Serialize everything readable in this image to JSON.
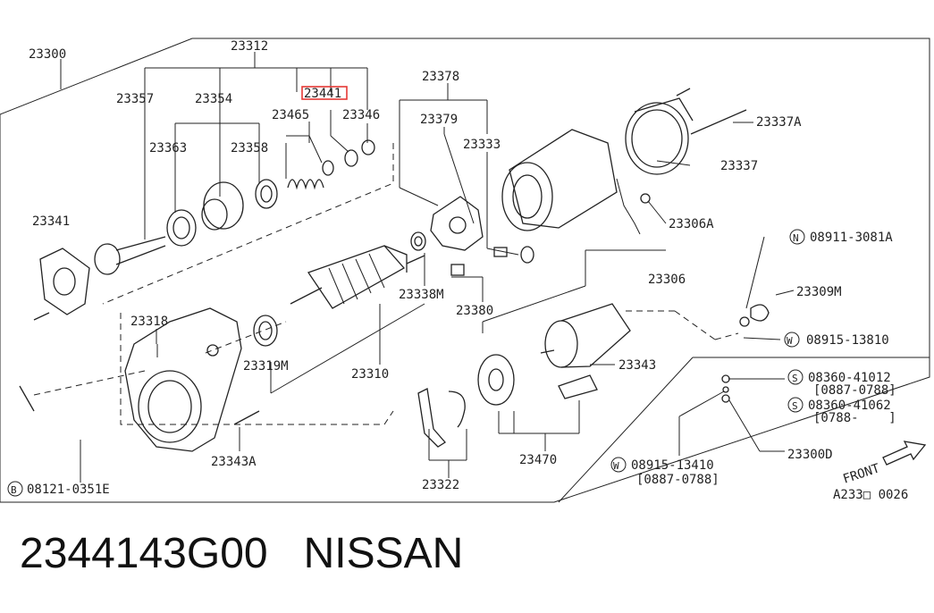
{
  "labels": {
    "p23300": "23300",
    "p23312": "23312",
    "p23357": "23357",
    "p23354": "23354",
    "p23441": "23441",
    "p23465": "23465",
    "p23346": "23346",
    "p23363": "23363",
    "p23358": "23358",
    "p23341": "23341",
    "p23378": "23378",
    "p23379": "23379",
    "p23333": "23333",
    "p23337A": "23337A",
    "p23337": "23337",
    "p23306A": "23306A",
    "p23306": "23306",
    "p23338M": "23338M",
    "p23380": "23380",
    "p23318": "23318",
    "p23319M": "23319M",
    "p23310": "23310",
    "p23343": "23343",
    "p23343A": "23343A",
    "p23322": "23322",
    "p23470": "23470",
    "p23309M": "23309M",
    "p23300D": "23300D",
    "n08911": "08911-3081A",
    "w08915a": "08915-13810",
    "s08360a": "08360-41012",
    "s08360a_range": "[0887-0788]",
    "s08360b": "08360-41062",
    "s08360b_range": "[0788-    ]",
    "w08915b": "08915-13410",
    "w08915b_range": "[0887-0788]",
    "b08121": "08121-0351E",
    "front": "FRONT",
    "code": "A233□ 0026"
  },
  "badges": {
    "N": "N",
    "W": "W",
    "S": "S",
    "B": "B"
  },
  "highlight_color": "#e53935",
  "caption": {
    "part_number": "2344143G00",
    "brand": "NISSAN"
  }
}
